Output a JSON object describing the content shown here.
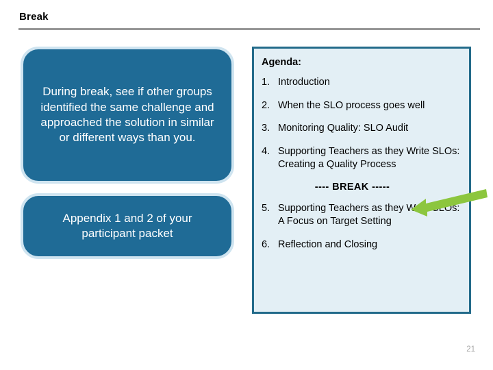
{
  "slide": {
    "title": "Break",
    "page_number": "21"
  },
  "callouts": [
    {
      "text": "During break, see if other groups identified the same challenge and approached the solution in similar or different ways than you."
    },
    {
      "text": "Appendix 1 and 2 of your participant packet"
    }
  ],
  "agenda": {
    "heading": "Agenda:",
    "items": [
      {
        "number": "1.",
        "text": "Introduction"
      },
      {
        "number": "2.",
        "text": "When the SLO process goes well"
      },
      {
        "number": "3.",
        "text": "Monitoring Quality: SLO Audit"
      },
      {
        "number": "4.",
        "text": "Supporting Teachers as they Write SLOs: Creating a Quality Process"
      },
      {
        "number": "5.",
        "text": "Supporting Teachers as they Write SLOs: A Focus on Target Setting"
      },
      {
        "number": "6.",
        "text": "Reflection and Closing"
      }
    ],
    "break_marker": "---- BREAK -----"
  },
  "colors": {
    "box_fill": "#1F6B96",
    "box_border": "#CFE4F0",
    "panel_fill": "#E3EFF5",
    "panel_border": "#236B8A",
    "arrow": "#8CC63E",
    "title_rule": "#969696",
    "page_number": "#A6A6A6"
  }
}
